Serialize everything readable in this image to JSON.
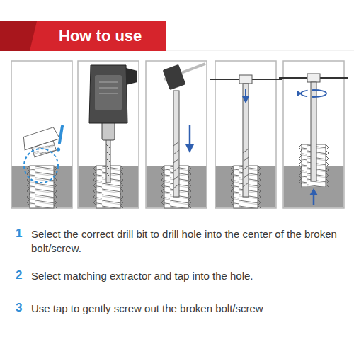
{
  "diagram": {
    "title": "How to use",
    "labels": [
      "1",
      "Select the correct drill bit to drill hole into the center of the broken bolt/screw.",
      "2",
      "Select matching extractor and tap into the hole.",
      "3",
      "Use tap to gently screw out the broken bolt/screw"
    ]
  }
}
